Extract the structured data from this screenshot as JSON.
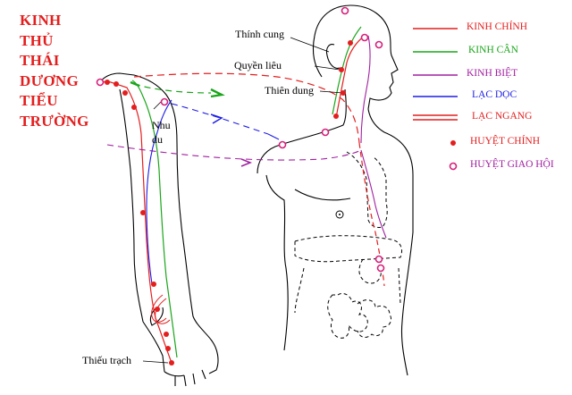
{
  "title_lines": [
    "KINH",
    "THỦ",
    "THÁI",
    "DƯƠNG",
    "TIỂU",
    "TRƯỜNG"
  ],
  "point_labels": {
    "thinh_cung": "Thính cung",
    "quyen_lieu": "Quyền liêu",
    "thien_dung": "Thiên dung",
    "nhu_du": "Nhu du",
    "thieu_trach": "Thiếu trạch"
  },
  "legend": [
    {
      "label": "KINH CHÍNH",
      "color": "#e41e1e",
      "symbol": "line"
    },
    {
      "label": "KINH CÂN",
      "color": "#1aa51a",
      "symbol": "line"
    },
    {
      "label": "KINH BIỆT",
      "color": "#a020a0",
      "symbol": "line"
    },
    {
      "label": "LẠC DỌC",
      "color": "#1e1ee6",
      "symbol": "line"
    },
    {
      "label": "LẠC NGANG",
      "color": "#e41e1e",
      "symbol": "double-line"
    },
    {
      "label": "HUYỆT CHÍNH",
      "color": "#e41e1e",
      "symbol": "filled-dot"
    },
    {
      "label": "HUYỆT GIAO HỘI",
      "color": "#a020a0",
      "symbol": "open-circle"
    }
  ],
  "colors": {
    "kinh_chinh": "#e41e1e",
    "kinh_can": "#1aa51a",
    "kinh_biet": "#a020a0",
    "lac_doc": "#1e1ee6",
    "outline": "#000000"
  }
}
